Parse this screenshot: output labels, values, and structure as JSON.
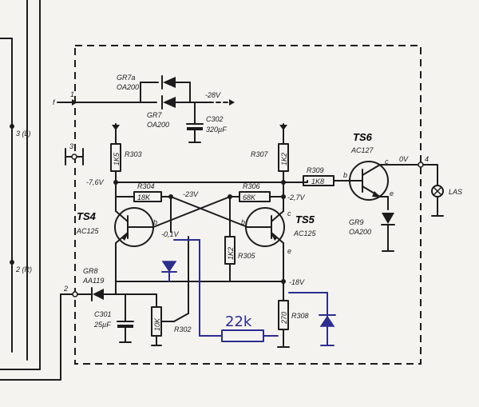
{
  "terminals": {
    "f": "f",
    "t1": "1",
    "t3": "3",
    "t2": "2",
    "t4": "4",
    "left_3": "3 (L)",
    "left_2": "2 (R)"
  },
  "components": {
    "gr7a": {
      "name": "GR7a",
      "type": "OA200"
    },
    "gr7": {
      "name": "GR7",
      "type": "OA200"
    },
    "c302": {
      "name": "C302",
      "value": "320µF"
    },
    "r303": {
      "name": "R303",
      "value": "1K5"
    },
    "r304": {
      "name": "R304",
      "value": "18K"
    },
    "r306": {
      "name": "R306",
      "value": "68K"
    },
    "r307": {
      "name": "R307",
      "value": "1K2"
    },
    "r309": {
      "name": "R309",
      "value": "1K8"
    },
    "r305": {
      "name": "R305",
      "value": "1K2"
    },
    "r308": {
      "name": "R308",
      "value": "270"
    },
    "r302": {
      "name": "R302",
      "value": "10K"
    },
    "c301": {
      "name": "C301",
      "value": "25µF"
    },
    "gr8": {
      "name": "GR8",
      "type": "AA119"
    },
    "gr9": {
      "name": "GR9",
      "type": "OA200"
    },
    "ts4": {
      "name": "TS4",
      "type": "AC125"
    },
    "ts5": {
      "name": "TS5",
      "type": "AC125"
    },
    "ts6": {
      "name": "TS6",
      "type": "AC127"
    }
  },
  "voltages": {
    "v_minus28": "-28V",
    "v_minus76": "-7,6V",
    "v_minus23": "-23V",
    "v_minus27": "-2,7V",
    "v_minus01": "-0,1V",
    "v_minus18": "-18V",
    "v_0v": "0V"
  },
  "pins": {
    "b": "b",
    "c": "c",
    "e": "e"
  },
  "lamp": "LAS",
  "handwritten": {
    "resistor": "22k"
  }
}
